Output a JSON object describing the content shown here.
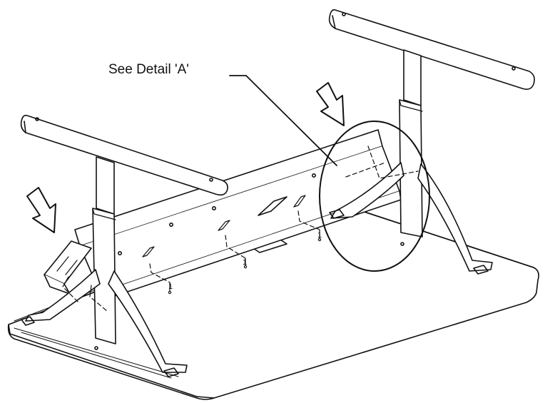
{
  "callout": {
    "text": "See Detail 'A'"
  },
  "part_labels": [
    "1",
    "1",
    "1"
  ],
  "colors": {
    "line": "#111111",
    "fill": "#ffffff"
  }
}
